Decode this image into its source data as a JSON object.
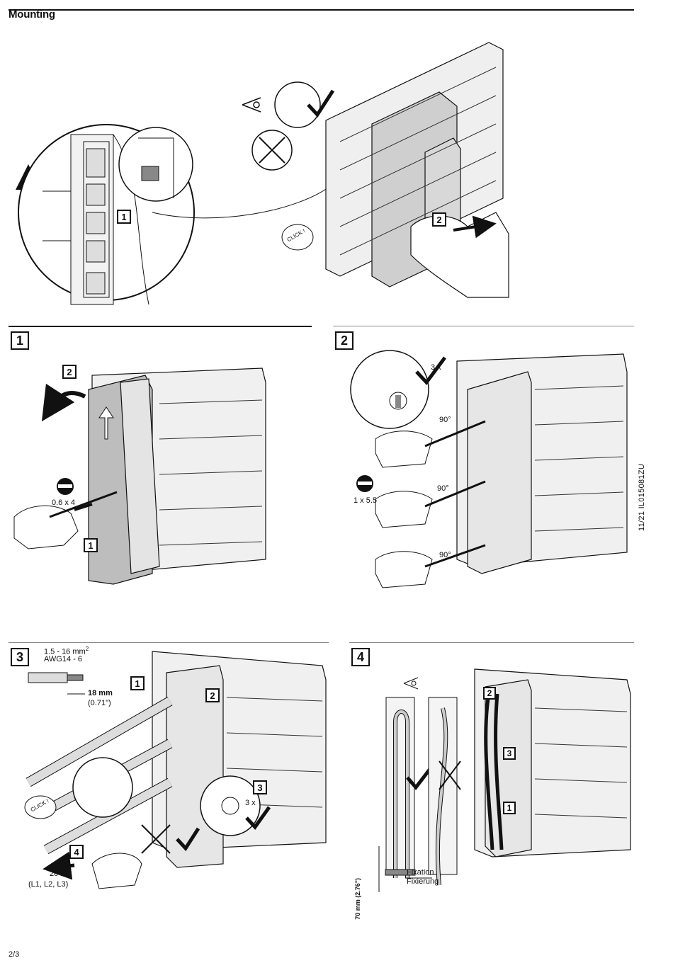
{
  "header": {
    "title": "Mounting"
  },
  "top_figure": {
    "step1": "1",
    "step2": "2",
    "click": "CLICK !"
  },
  "panel1": {
    "number": "1",
    "step_a": "2",
    "step_b": "1",
    "screwdriver_size": "0.6 x 4"
  },
  "panel2": {
    "number": "2",
    "repeat": "3 x",
    "screwdriver_size": "1 x 5.5",
    "angle1": "90°",
    "angle2": "90°",
    "angle3": "90°"
  },
  "panel3": {
    "number": "3",
    "cross_section": "1.5 - 16 mm",
    "cross_section_sup": "2",
    "awg": "AWG14 - 6",
    "strip_length": "18 mm",
    "strip_length_in": "(0.71\")",
    "step1": "1",
    "step2": "2",
    "step3": "3",
    "step4": "4",
    "repeat": "3 x",
    "click": "CLICK !",
    "force": "20 N",
    "phases": "(L1, L2, L3)"
  },
  "panel4": {
    "number": "4",
    "length": "70 mm (2.76\")",
    "fixation_en": "Fixation",
    "fixation_de": "Fixierung",
    "step1": "1",
    "step2": "2",
    "step3": "3"
  },
  "footer": {
    "doc_id": "11/21 IL015081ZU",
    "page": "2/3"
  }
}
